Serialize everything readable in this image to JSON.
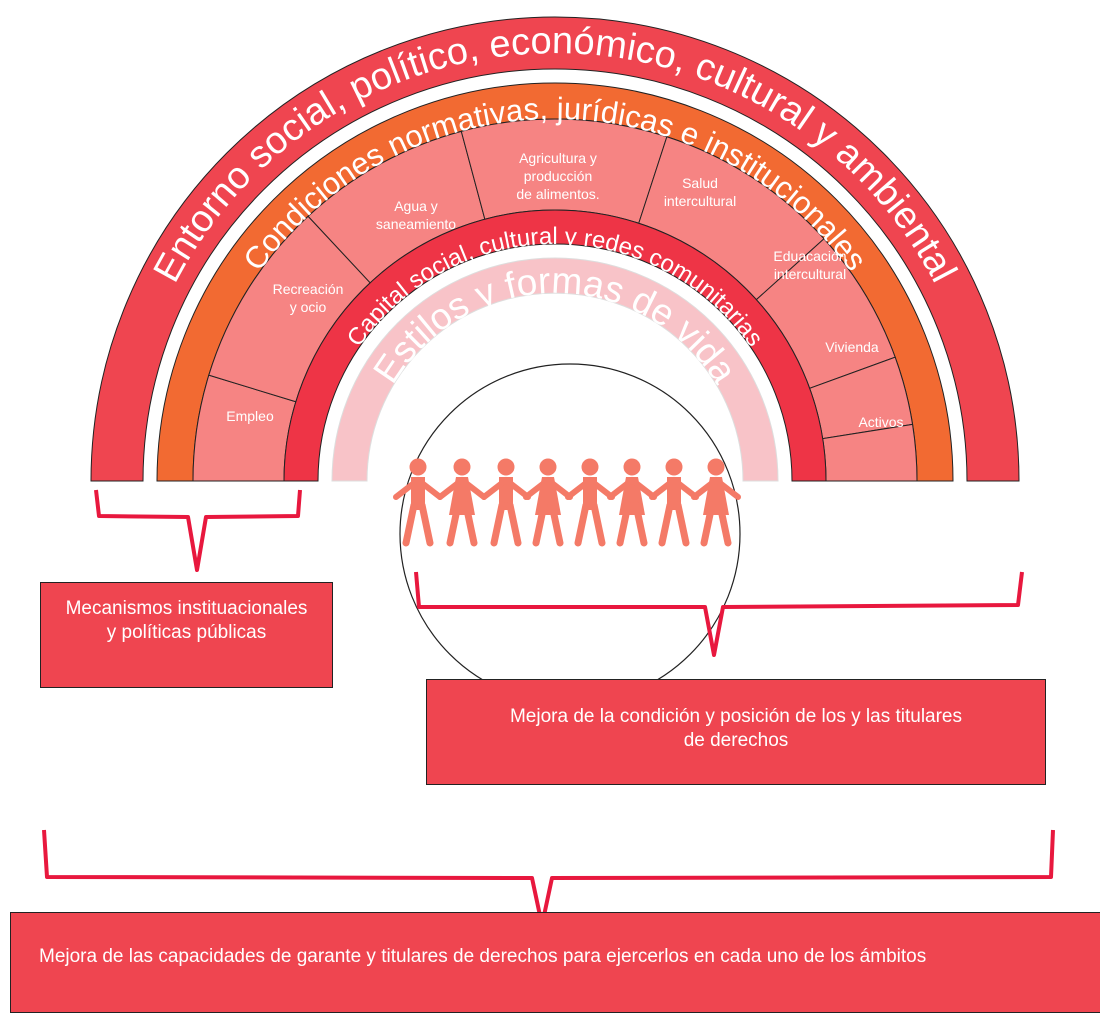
{
  "rings": {
    "entorno": {
      "label": "Entorno social, político, económico, cultural y ambiental",
      "color": "#ef4550"
    },
    "condiciones": {
      "label": "Condiciones normativas, jurídicas e institucionales",
      "color": "#f26a32"
    },
    "capital": {
      "label": "Capital social, cultural y redes comunitarias",
      "color": "#ee3446"
    },
    "estilos": {
      "label": "Estilos y formas de vida",
      "color": "#f8c3c8"
    }
  },
  "sectors": [
    {
      "label": "Empleo",
      "lines": [
        "Empleo"
      ]
    },
    {
      "label": "Recreación y ocio",
      "lines": [
        "Recreación",
        "y ocio"
      ]
    },
    {
      "label": "Agua y saneamiento",
      "lines": [
        "Agua y",
        "saneamiento"
      ]
    },
    {
      "label": "Agricultura y producción de alimentos.",
      "lines": [
        "Agricultura y",
        "producción",
        "de alimentos."
      ]
    },
    {
      "label": "Salud intercultural",
      "lines": [
        "Salud",
        "intercultural"
      ]
    },
    {
      "label": "Eduacación intercultural",
      "lines": [
        "Eduacación",
        "intercultural"
      ]
    },
    {
      "label": "Vivienda",
      "lines": [
        "Vivienda"
      ]
    },
    {
      "label": "Activos",
      "lines": [
        "Activos"
      ]
    }
  ],
  "sector_color": "#f68483",
  "people_color": "#f47a67",
  "bracket_color": "#e8183e",
  "boxes": {
    "mecanismos": "Mecanismos instituacionales\ny políticas públicas",
    "mejora_condicion": "Mejora de la condición y posición de los y las titulares\nde derechos",
    "mejora_capacidades": "Mejora de las capacidades de garante y titulares de derechos para ejercerlos en cada uno de los ámbitos"
  }
}
